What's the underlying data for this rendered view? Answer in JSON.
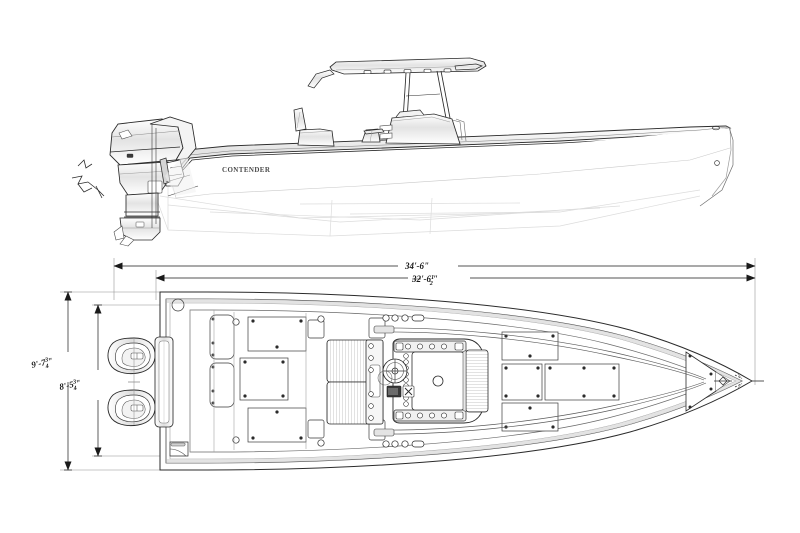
{
  "drawing": {
    "title": "Center Console Boat — Profile and Deck Plan Technical Drawing",
    "background_color": "#ffffff",
    "line_color": "#2b2b2b",
    "light_line_color": "#b9b9b9",
    "shade_color": "#d8d8d8"
  },
  "views": {
    "profile": {
      "name": "starboard-profile-view",
      "hull_logo_text": "CONTENDER"
    },
    "plan": {
      "name": "deck-plan-view"
    }
  },
  "dimensions": {
    "overall_length": {
      "label_whole": "34'-6\"",
      "value_feet": 34,
      "value_inches": 6,
      "orientation": "horizontal",
      "position": "top-outer"
    },
    "hull_length": {
      "label_prefix": "32'-6",
      "label_num": "1",
      "label_den": "2",
      "label_suffix": "\"",
      "value_feet": 32,
      "value_inches": 6.5,
      "orientation": "horizontal",
      "position": "top-inner"
    },
    "overall_beam": {
      "label_prefix": "9'-7",
      "label_num": "3",
      "label_den": "4",
      "label_suffix": "\"",
      "value_feet": 9,
      "value_inches": 7.75,
      "orientation": "vertical",
      "position": "left-outer"
    },
    "hull_beam": {
      "label_prefix": "8'-5",
      "label_num": "3",
      "label_den": "4",
      "label_suffix": "\"",
      "value_feet": 8,
      "value_inches": 5.75,
      "orientation": "vertical",
      "position": "left-inner"
    }
  },
  "components": {
    "profile": [
      {
        "name": "t-top",
        "label": "T-Top"
      },
      {
        "name": "outrigger-port",
        "label": "Outrigger"
      },
      {
        "name": "rod-holders-top",
        "label": "Rocket Launcher Rod Holders"
      },
      {
        "name": "center-console",
        "label": "Center Console"
      },
      {
        "name": "leaning-post",
        "label": "Leaning Post"
      },
      {
        "name": "helm-seat",
        "label": "Helm Seat"
      },
      {
        "name": "aft-seat",
        "label": "Aft Seat"
      },
      {
        "name": "bow-rail",
        "label": "Bow Rail"
      },
      {
        "name": "outboard-engine",
        "label": "Outboard Engine"
      },
      {
        "name": "lower-unit",
        "label": "Lower Unit"
      },
      {
        "name": "propeller",
        "label": "Propeller"
      },
      {
        "name": "transom",
        "label": "Transom"
      },
      {
        "name": "waterline",
        "label": "Waterline"
      }
    ],
    "plan": [
      {
        "name": "engine-port",
        "label": "Port Outboard"
      },
      {
        "name": "engine-starboard",
        "label": "Starboard Outboard"
      },
      {
        "name": "transom-bracket",
        "label": "Transom Bracket"
      },
      {
        "name": "transom-door",
        "label": "Transom Door"
      },
      {
        "name": "livewell",
        "label": "Livewell"
      },
      {
        "name": "aft-deck",
        "label": "Aft Cockpit Deck"
      },
      {
        "name": "fishbox-port",
        "label": "Port Fishbox"
      },
      {
        "name": "fishbox-starboard",
        "label": "Starboard Fishbox"
      },
      {
        "name": "leaning-post-seat",
        "label": "Leaning Post"
      },
      {
        "name": "console-assembly",
        "label": "Center Console"
      },
      {
        "name": "steering-wheel",
        "label": "Steering Wheel"
      },
      {
        "name": "helm-display",
        "label": "Helm Display"
      },
      {
        "name": "forward-seating",
        "label": "Forward Seating"
      },
      {
        "name": "bow-casting-deck",
        "label": "Bow Casting Deck"
      },
      {
        "name": "anchor-locker",
        "label": "Anchor Locker"
      },
      {
        "name": "bow-cleat",
        "label": "Bow Cleat"
      },
      {
        "name": "gunwale-rod-holders",
        "label": "Gunwale Rod Holders"
      }
    ]
  }
}
